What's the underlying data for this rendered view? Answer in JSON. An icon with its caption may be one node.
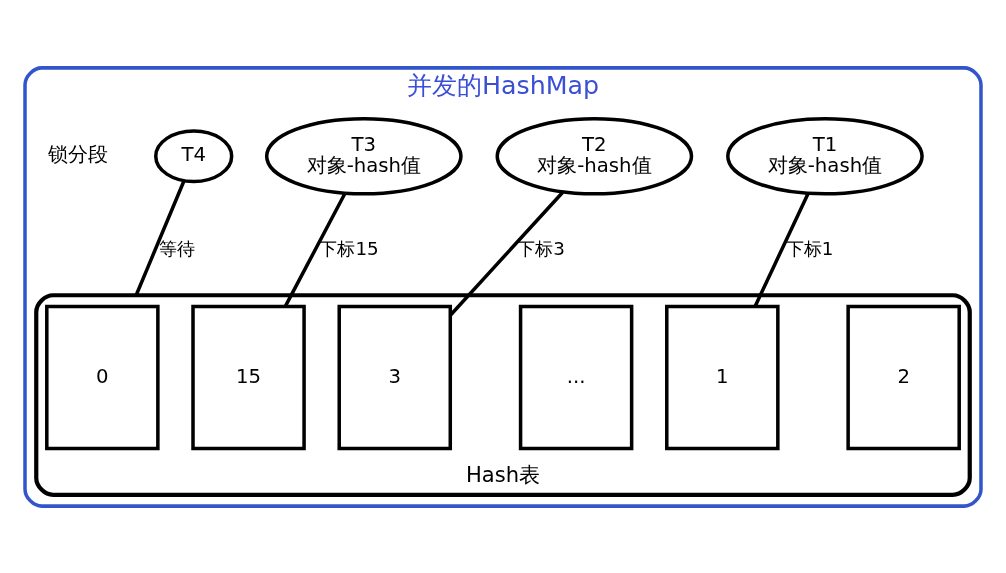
{
  "diagram": {
    "nodes": [
      {
        "text": [
          "并发的HashMap"
        ]
      },
      {
        "text": [
          "T1",
          "对象-hash值"
        ],
        "in": 0
      },
      {
        "text": [
          "T2",
          "对象-hash值"
        ],
        "in": 0
      },
      {
        "text": [
          "T3",
          "对象-hash值"
        ],
        "in": 0
      },
      {
        "text": [
          "T4"
        ],
        "in": 0
      },
      {
        "text": [
          "Hash表"
        ],
        "in": 0
      },
      {
        "text": [
          "0"
        ],
        "in": 5
      },
      {
        "text": [
          "1"
        ],
        "in": 5
      },
      {
        "text": [
          "2"
        ],
        "in": 5
      },
      {
        "text": [
          "3"
        ],
        "in": 5
      },
      {
        "text": [
          "..."
        ],
        "in": 5
      },
      {
        "text": [
          "15"
        ],
        "in": 5
      }
    ],
    "edges": [
      {
        "from": 1,
        "to": 7,
        "arrow": "none",
        "label": "下标1"
      },
      {
        "from": 2,
        "to": 9,
        "arrow": "none",
        "label": "下标3"
      },
      {
        "from": 3,
        "to": 11,
        "arrow": "none",
        "label": "下标15"
      },
      {
        "from": 4,
        "to": 5,
        "arrow": "none",
        "label": "等待"
      }
    ],
    "labels": [
      "锁分段"
    ]
  }
}
